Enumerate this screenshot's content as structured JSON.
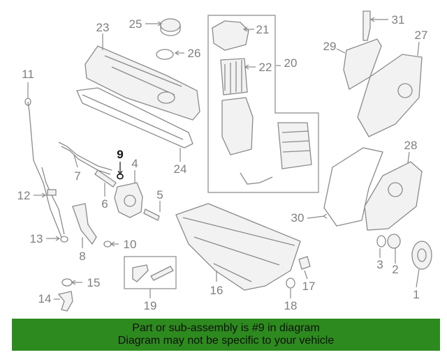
{
  "colors": {
    "banner_bg": "#2d8a1e",
    "banner_text": "#111111",
    "part_line": "#8a8a8a",
    "label": "#7f7f7f",
    "highlight": "#111111"
  },
  "highlighted_part": "9",
  "callouts": {
    "c1": "1",
    "c2": "2",
    "c3": "3",
    "c4": "4",
    "c5": "5",
    "c6": "6",
    "c7": "7",
    "c8": "8",
    "c9": "9",
    "c10": "10",
    "c11": "11",
    "c12": "12",
    "c13": "13",
    "c14": "14",
    "c15": "15",
    "c16": "16",
    "c17": "17",
    "c18": "18",
    "c19": "19",
    "c20": "20",
    "c21": "21",
    "c22": "22",
    "c23": "23",
    "c24": "24",
    "c25": "25",
    "c26": "26",
    "c27": "27",
    "c28": "28",
    "c29": "29",
    "c30": "30",
    "c31": "31"
  },
  "banner": {
    "line1": "Part or sub-assembly is #9 in diagram",
    "line2": "Diagram may not be specific to your vehicle"
  }
}
